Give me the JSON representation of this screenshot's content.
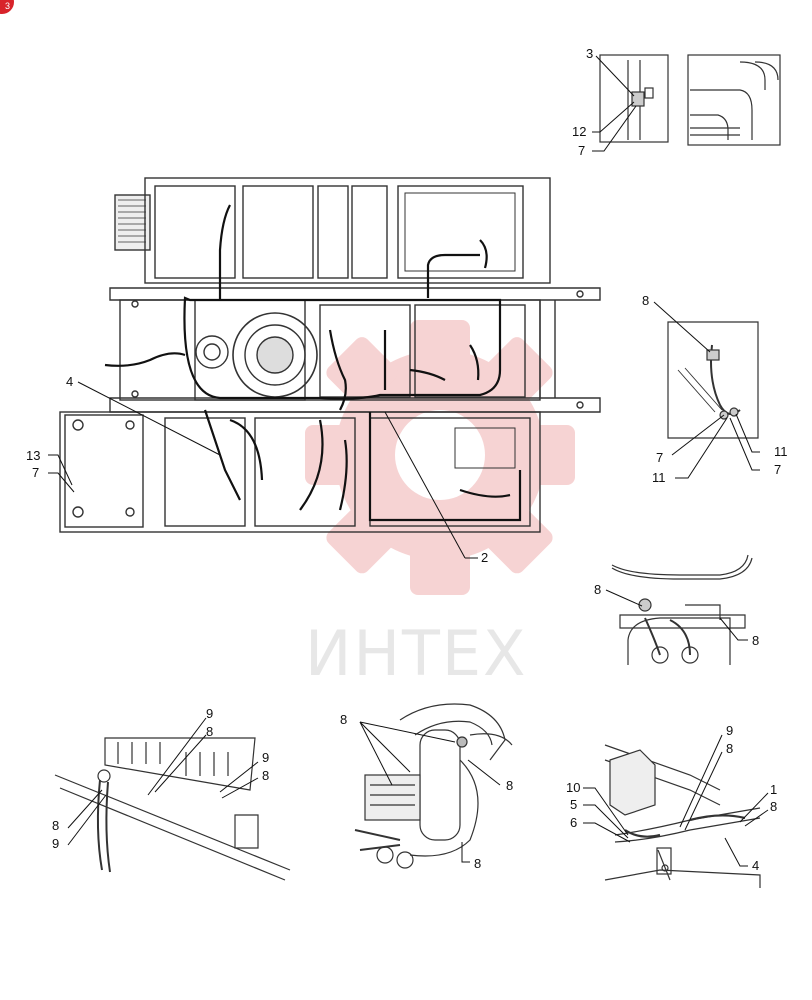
{
  "badge": {
    "text": "3",
    "color": "#d8232a"
  },
  "watermark": {
    "text": "ИНТЕХ",
    "color": "#f2b8b8"
  },
  "callouts": {
    "main_frame": {
      "harness_4": "4",
      "harness_2": "2",
      "item_13": "13",
      "item_7": "7"
    },
    "detail_top": {
      "item_3": "3",
      "item_12": "12",
      "item_7": "7"
    },
    "detail_right_1": {
      "item_8": "8",
      "item_7": "7",
      "item_11a": "11",
      "item_11b": "11",
      "item_7b": "7"
    },
    "detail_right_2": {
      "item_8a": "8",
      "item_8b": "8"
    },
    "detail_bottom_left": {
      "item_9a": "9",
      "item_8a": "8",
      "item_9b": "9",
      "item_8b": "8",
      "item_8c": "8",
      "item_9c": "9"
    },
    "detail_bottom_mid": {
      "item_8a": "8",
      "item_8b": "8",
      "item_8c": "8"
    },
    "detail_bottom_right": {
      "item_9": "9",
      "item_8a": "8",
      "item_10": "10",
      "item_1": "1",
      "item_5": "5",
      "item_8b": "8",
      "item_6": "6",
      "item_4": "4"
    }
  }
}
